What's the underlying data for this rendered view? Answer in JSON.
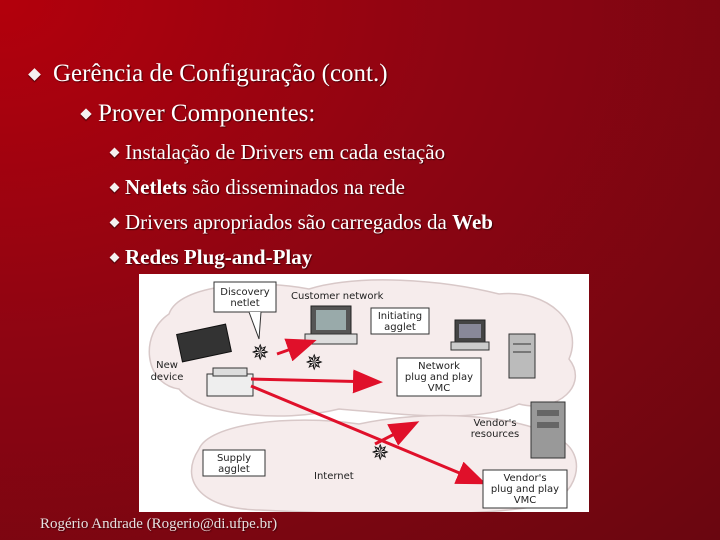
{
  "slide": {
    "title": "Gerência de Configuração (cont.)",
    "subtitle": "Prover Componentes:",
    "items": [
      {
        "parts": [
          {
            "text": "Instalação de Drivers em cada estação",
            "bold": false
          }
        ]
      },
      {
        "parts": [
          {
            "text": "Netlets",
            "bold": true
          },
          {
            "text": " são disseminados na rede",
            "bold": false
          }
        ]
      },
      {
        "parts": [
          {
            "text": "Drivers apropriados são carregados da ",
            "bold": false
          },
          {
            "text": "Web",
            "bold": true
          }
        ]
      },
      {
        "parts": [
          {
            "text": "Redes Plug-and-Play",
            "bold": true
          }
        ]
      }
    ],
    "footer": "Rogério Andrade (Rogerio@di.ufpe.br)"
  },
  "figure": {
    "labels": {
      "discovery": [
        "Discovery",
        "netlet"
      ],
      "customer": "Customer network",
      "initiating": [
        "Initiating",
        "agglet"
      ],
      "new_device": [
        "New",
        "device"
      ],
      "network_vmc": [
        "Network",
        "plug and play",
        "VMC"
      ],
      "vendor_resources": [
        "Vendor's",
        "resources"
      ],
      "supply": [
        "Supply",
        "agglet"
      ],
      "internet": "Internet",
      "vendor_vmc": [
        "Vendor's",
        "plug and play",
        "VMC"
      ]
    }
  },
  "colors": {
    "accent_arrow": "#e0102a",
    "cloud": "#f6ecec"
  }
}
